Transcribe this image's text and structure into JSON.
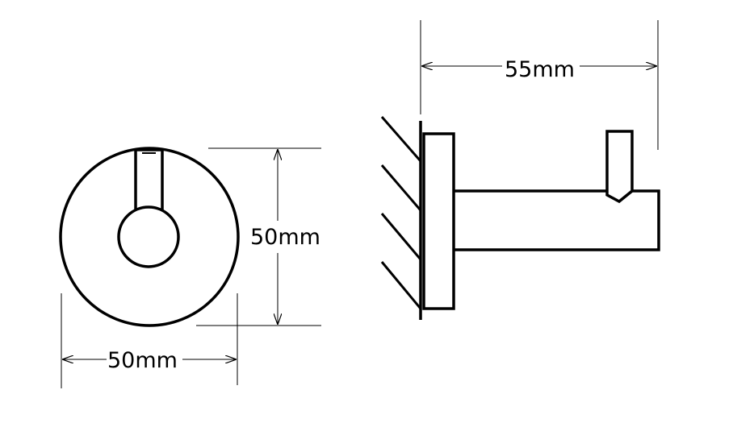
{
  "front_view": {
    "width_label": "50mm",
    "height_label": "50mm"
  },
  "side_view": {
    "depth_label": "55mm"
  },
  "colors": {
    "line": "#000000",
    "background": "#ffffff"
  }
}
